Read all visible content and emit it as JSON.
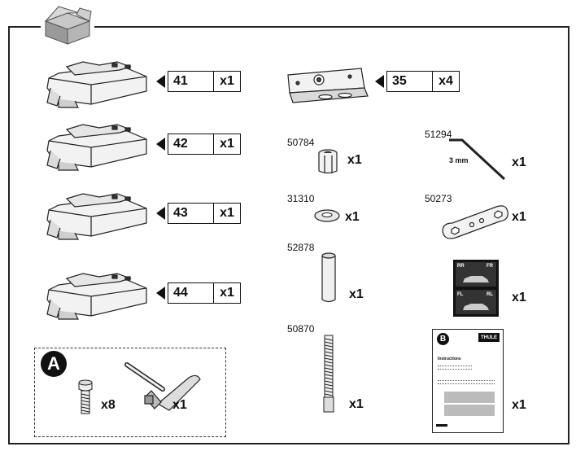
{
  "tags": [
    {
      "number": "41",
      "qty": "x1"
    },
    {
      "number": "42",
      "qty": "x1"
    },
    {
      "number": "43",
      "qty": "x1"
    },
    {
      "number": "44",
      "qty": "x1"
    },
    {
      "number": "35",
      "qty": "x4"
    }
  ],
  "parts": [
    {
      "number": "50784",
      "qty": "x1"
    },
    {
      "number": "51294",
      "qty": "x1",
      "note": "3 mm"
    },
    {
      "number": "31310",
      "qty": "x1"
    },
    {
      "number": "50273",
      "qty": "x1"
    },
    {
      "number": "52878",
      "qty": "x1"
    },
    {
      "number": "50870",
      "qty": "x1"
    }
  ],
  "sticker": {
    "qty": "x1",
    "labels": [
      "RR",
      "FR",
      "FL",
      "RL"
    ]
  },
  "manual": {
    "badge": "B",
    "brand": "THULE",
    "heading": "Instructions",
    "qty": "x1"
  },
  "kit_a": {
    "badge": "A",
    "bolt_qty": "x8",
    "key_qty": "x1"
  }
}
